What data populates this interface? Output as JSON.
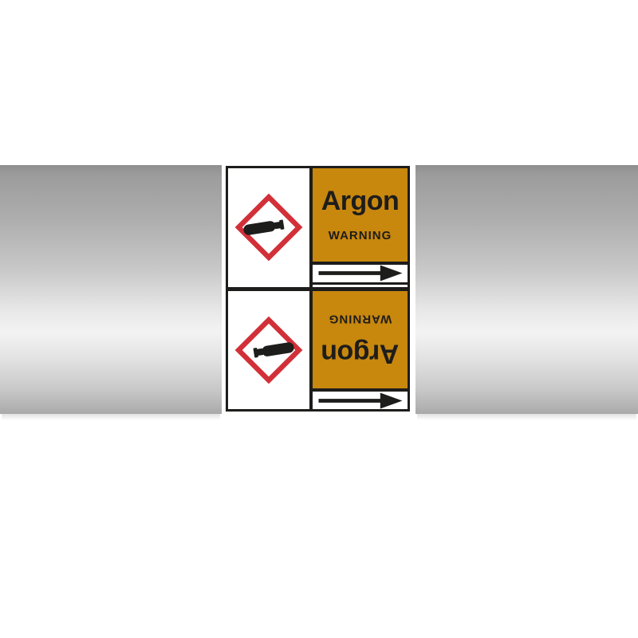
{
  "product": {
    "substance": "Argon",
    "signal_word": "WARNING",
    "flow_direction": "right"
  },
  "label": {
    "units": [
      {
        "substance": "Argon",
        "signal_word": "WARNING",
        "pictogram": "ghs04-gas-cylinder",
        "arrow_direction": "right",
        "orientation": "upright"
      },
      {
        "substance": "Argon",
        "signal_word": "WARNING",
        "pictogram": "ghs04-gas-cylinder",
        "arrow_direction": "right",
        "orientation": "rotated-180"
      }
    ],
    "colors": {
      "band_ochre": "#C8870D",
      "ghs_red": "#D23038",
      "ink_black": "#1D1D1B",
      "pipe_gray_dark": "#8E8E8E",
      "pipe_gray_light": "#F3F3F3"
    }
  }
}
